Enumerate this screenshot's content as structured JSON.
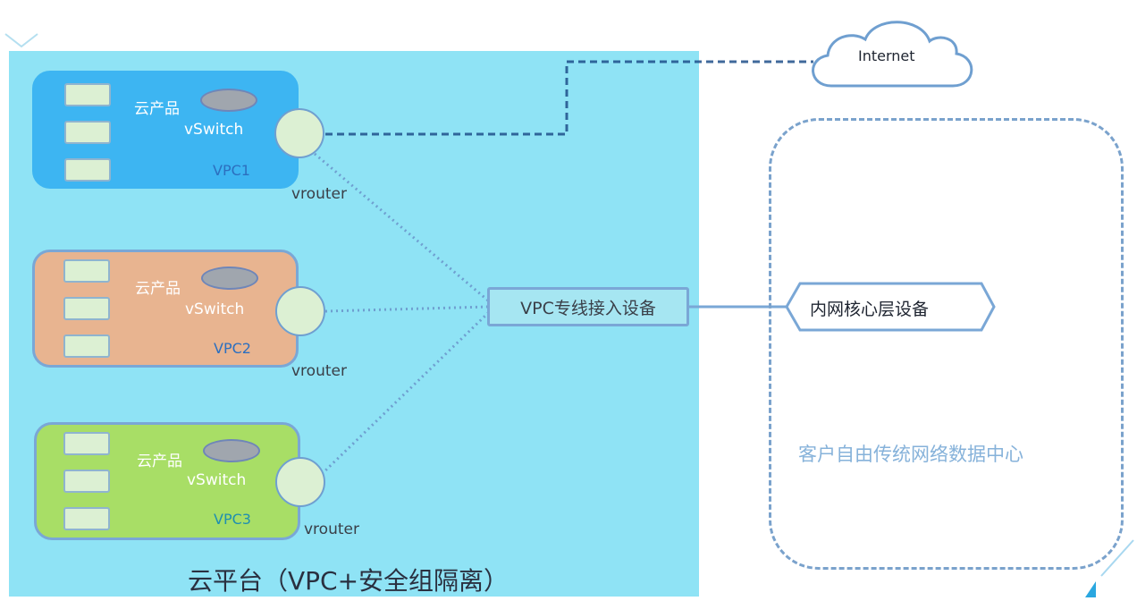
{
  "diagram": {
    "platform_label": "云平台（VPC+安全组隔离）",
    "internet_label": "Internet",
    "access_device_label": "VPC专线接入设备",
    "core_device_label": "内网核心层设备",
    "datacenter_label": "客户自由传统网络数据中心",
    "vpcs": [
      {
        "name": "VPC1",
        "product_label": "云产品",
        "switch_label": "vSwitch",
        "router_label": "vrouter",
        "fill": "#3db5f2",
        "name_color": "#2c6fbf"
      },
      {
        "name": "VPC2",
        "product_label": "云产品",
        "switch_label": "vSwitch",
        "router_label": "vrouter",
        "fill": "#e8b490",
        "name_color": "#2c6fbf"
      },
      {
        "name": "VPC3",
        "product_label": "云产品",
        "switch_label": "vSwitch",
        "router_label": "vrouter",
        "fill": "#a8de66",
        "name_color": "#1f8fb0"
      }
    ],
    "colors": {
      "platform": "#8fe3f5",
      "link_line": "#1f4f8a",
      "dotted_line": "#6f9fd0",
      "datacenter_border": "#7aa2cc"
    }
  }
}
